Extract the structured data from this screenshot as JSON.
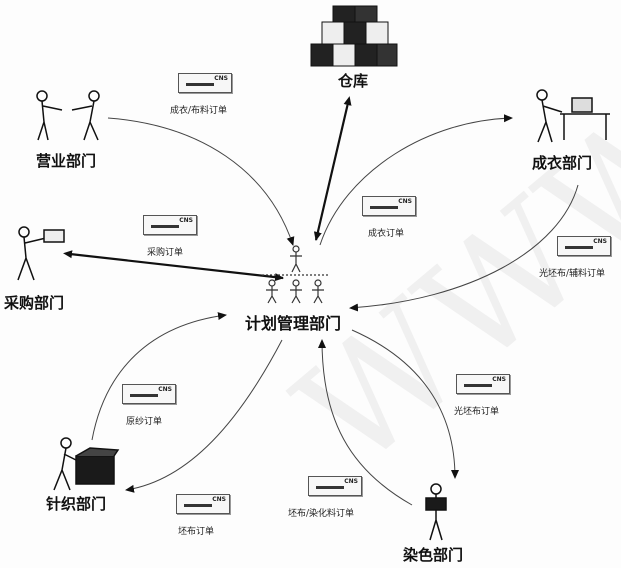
{
  "nodes": {
    "warehouse": "仓库",
    "sales": "营业部门",
    "garment": "成衣部门",
    "purchasing": "采购部门",
    "planning": "计划管理部门",
    "knitting": "针织部门",
    "dyeing": "染色部门"
  },
  "orders": {
    "garment_fabric_order": "成衣/布料订单",
    "garment_order": "成衣订单",
    "purchase_order": "采购订单",
    "greige_trim_order": "光坯布/辅料订单",
    "yarn_order": "原纱订单",
    "finished_greige_order": "光坯布订单",
    "greige_order": "坯布订单",
    "greige_dye_order": "坯布/染化料订单"
  },
  "card_logo": "CNS",
  "watermark": "WWW.C"
}
